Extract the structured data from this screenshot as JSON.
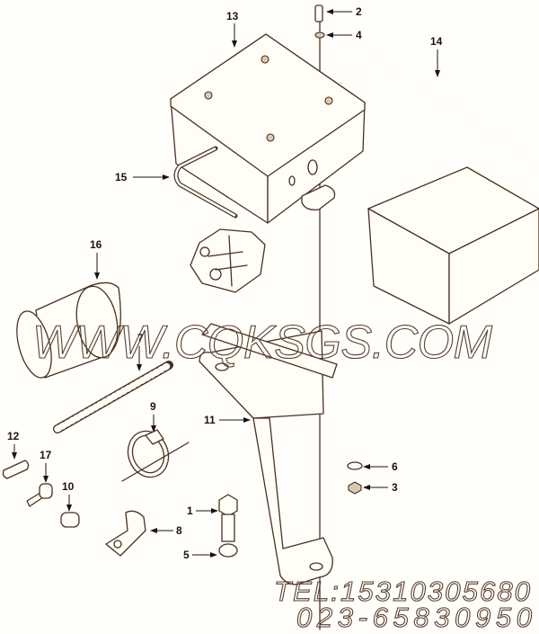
{
  "diagram": {
    "callouts": [
      {
        "id": "13",
        "text": "13"
      },
      {
        "id": "2",
        "text": "2"
      },
      {
        "id": "4",
        "text": "4"
      },
      {
        "id": "14",
        "text": "14"
      },
      {
        "id": "15",
        "text": "15"
      },
      {
        "id": "16",
        "text": "16"
      },
      {
        "id": "7",
        "text": "7"
      },
      {
        "id": "11",
        "text": "11"
      },
      {
        "id": "9",
        "text": "9"
      },
      {
        "id": "12",
        "text": "12"
      },
      {
        "id": "17",
        "text": "17"
      },
      {
        "id": "10",
        "text": "10"
      },
      {
        "id": "6",
        "text": "6"
      },
      {
        "id": "3",
        "text": "3"
      },
      {
        "id": "1",
        "text": "1"
      },
      {
        "id": "8",
        "text": "8"
      },
      {
        "id": "5",
        "text": "5"
      }
    ],
    "line_color": "#4a3020"
  },
  "watermark": {
    "site": "WWW.CQKSGS.COM",
    "tel": "TEL:15310305680",
    "phone2": "023-65830950"
  }
}
